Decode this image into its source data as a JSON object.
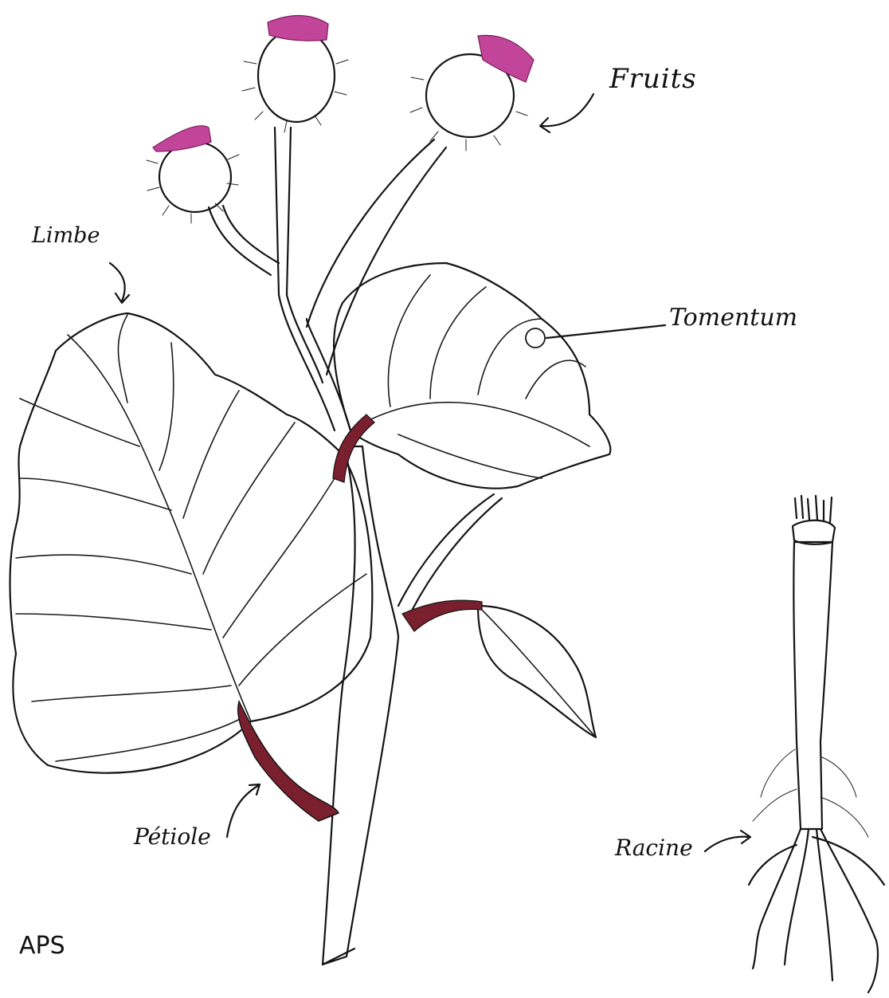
{
  "labels": {
    "fruits": "Fruits",
    "limbe": "Limbe",
    "tomentum": "Tomentum",
    "petiole": "Pétiole",
    "racine": "Racine",
    "credit": "APS"
  },
  "colors": {
    "ink": "#141414",
    "petiole": "#7a1f2e",
    "flower": "#c2459a",
    "background": "#ffffff"
  }
}
